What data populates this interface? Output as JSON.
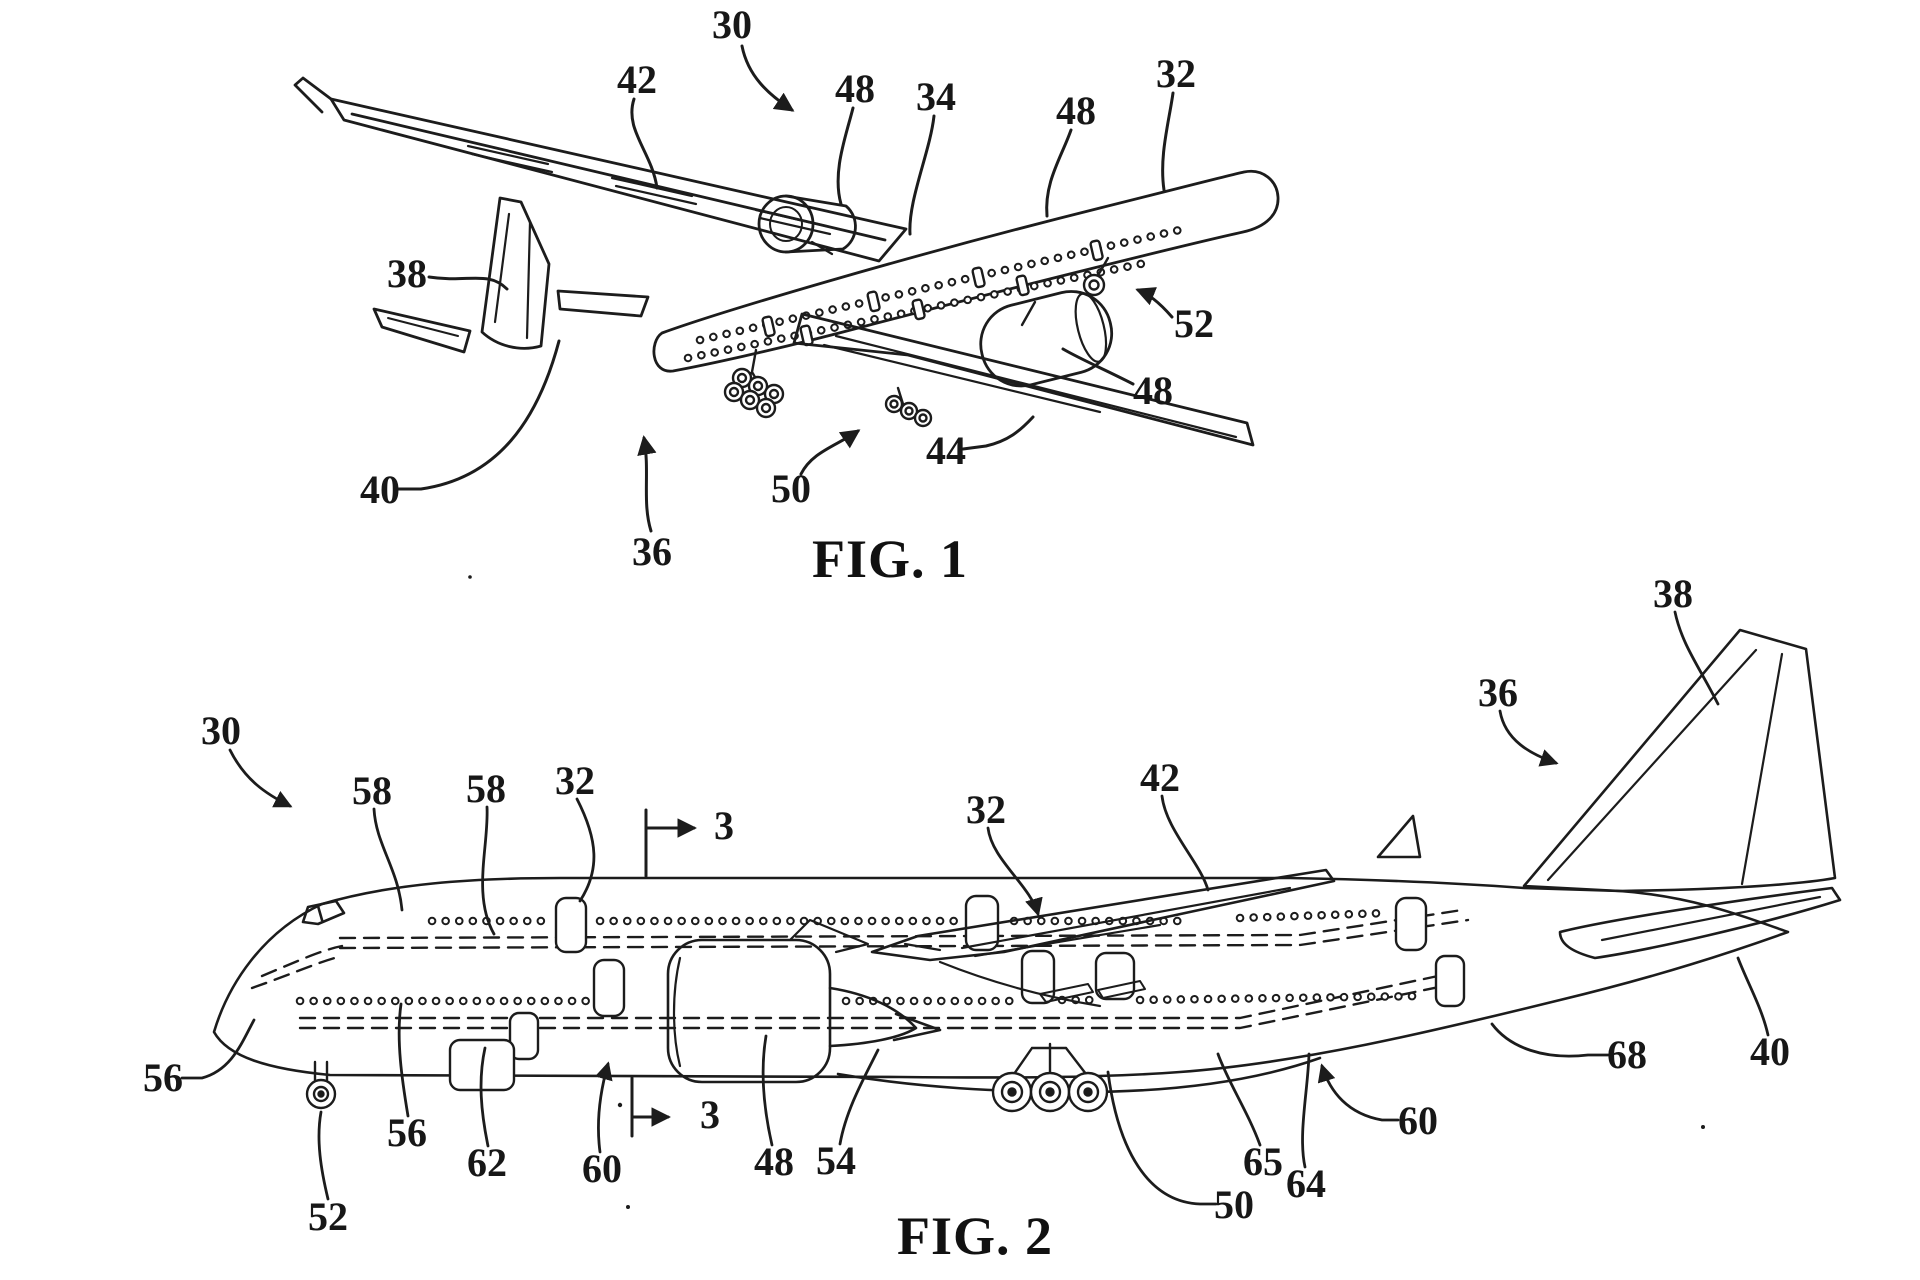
{
  "page": {
    "background": "#ffffff",
    "ink": "#1c1c1c"
  },
  "fig1": {
    "caption": "FIG. 1",
    "labels": [
      {
        "text": "30"
      },
      {
        "text": "42"
      },
      {
        "text": "48"
      },
      {
        "text": "34"
      },
      {
        "text": "48"
      },
      {
        "text": "32"
      },
      {
        "text": "38"
      },
      {
        "text": "52"
      },
      {
        "text": "48"
      },
      {
        "text": "44"
      },
      {
        "text": "50"
      },
      {
        "text": "36"
      },
      {
        "text": "40"
      }
    ]
  },
  "fig2": {
    "caption": "FIG. 2",
    "labels": [
      {
        "text": "30"
      },
      {
        "text": "58"
      },
      {
        "text": "58"
      },
      {
        "text": "32"
      },
      {
        "text": "3"
      },
      {
        "text": "32"
      },
      {
        "text": "42"
      },
      {
        "text": "38"
      },
      {
        "text": "36"
      },
      {
        "text": "40"
      },
      {
        "text": "68"
      },
      {
        "text": "60"
      },
      {
        "text": "64"
      },
      {
        "text": "65"
      },
      {
        "text": "50"
      },
      {
        "text": "54"
      },
      {
        "text": "48"
      },
      {
        "text": "60"
      },
      {
        "text": "3"
      },
      {
        "text": "56"
      },
      {
        "text": "62"
      },
      {
        "text": "56"
      },
      {
        "text": "52"
      }
    ]
  }
}
